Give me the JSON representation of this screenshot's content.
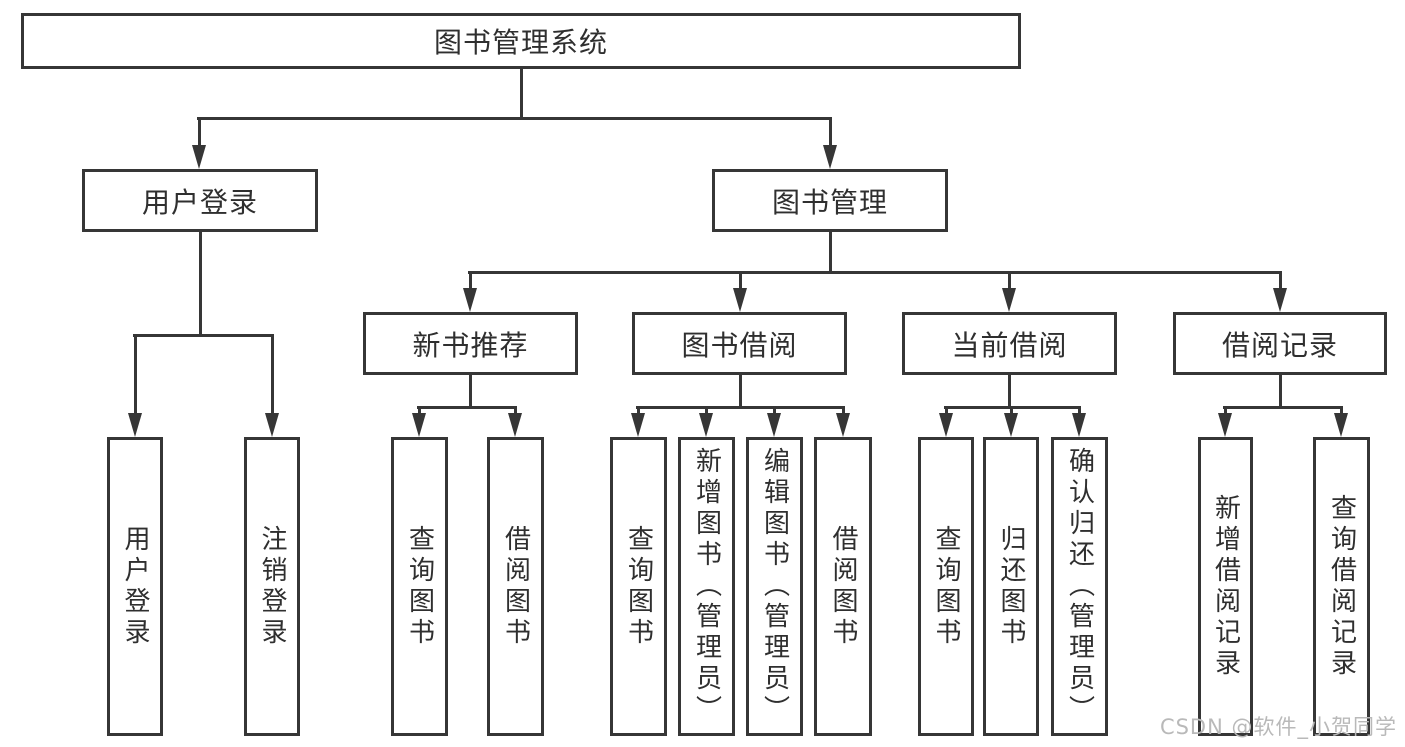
{
  "diagram": {
    "root": {
      "label": "图书管理系统"
    },
    "level2": [
      {
        "label": "用户登录"
      },
      {
        "label": "图书管理"
      }
    ],
    "level3": [
      {
        "label": "新书推荐",
        "parent": "图书管理"
      },
      {
        "label": "图书借阅",
        "parent": "图书管理"
      },
      {
        "label": "当前借阅",
        "parent": "图书管理"
      },
      {
        "label": "借阅记录",
        "parent": "图书管理"
      }
    ],
    "leaves": [
      {
        "label": "用户登录",
        "parent": "用户登录"
      },
      {
        "label": "注销登录",
        "parent": "用户登录"
      },
      {
        "label": "查询图书",
        "parent": "新书推荐"
      },
      {
        "label": "借阅图书",
        "parent": "新书推荐"
      },
      {
        "label": "查询图书",
        "parent": "图书借阅"
      },
      {
        "label": "新增图书（管理员）",
        "parent": "图书借阅"
      },
      {
        "label": "编辑图书（管理员）",
        "parent": "图书借阅"
      },
      {
        "label": "借阅图书",
        "parent": "图书借阅"
      },
      {
        "label": "查询图书",
        "parent": "当前借阅"
      },
      {
        "label": "归还图书",
        "parent": "当前借阅"
      },
      {
        "label": "确认归还（管理员）",
        "parent": "当前借阅"
      },
      {
        "label": "新增借阅记录",
        "parent": "借阅记录"
      },
      {
        "label": "查询借阅记录",
        "parent": "借阅记录"
      }
    ],
    "watermark": "CSDN @软件_小贺同学",
    "colors": {
      "line": "#363636",
      "text": "#2f2f2f",
      "watermark": "#b9b9b9",
      "background": "#ffffff"
    }
  }
}
